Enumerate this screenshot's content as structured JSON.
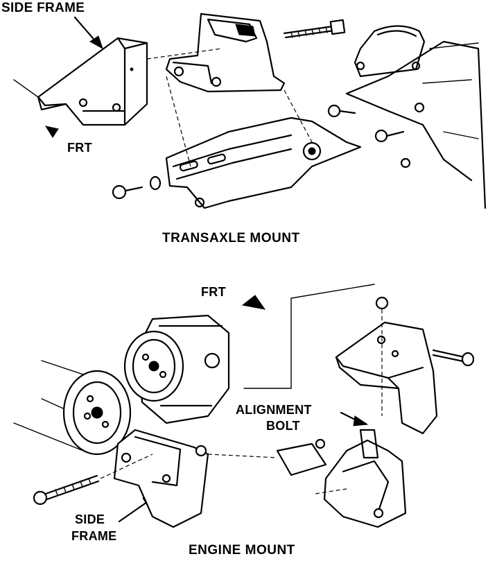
{
  "top_view": {
    "side_frame_label": "SIDE FRAME",
    "frt_label": "FRT",
    "caption": "TRANSAXLE MOUNT"
  },
  "bottom_view": {
    "frt_label": "FRT",
    "alignment_bolt_label_line1": "ALIGNMENT",
    "alignment_bolt_label_line2": "BOLT",
    "side_frame_label_line1": "SIDE",
    "side_frame_label_line2": "FRAME",
    "caption": "ENGINE MOUNT"
  }
}
